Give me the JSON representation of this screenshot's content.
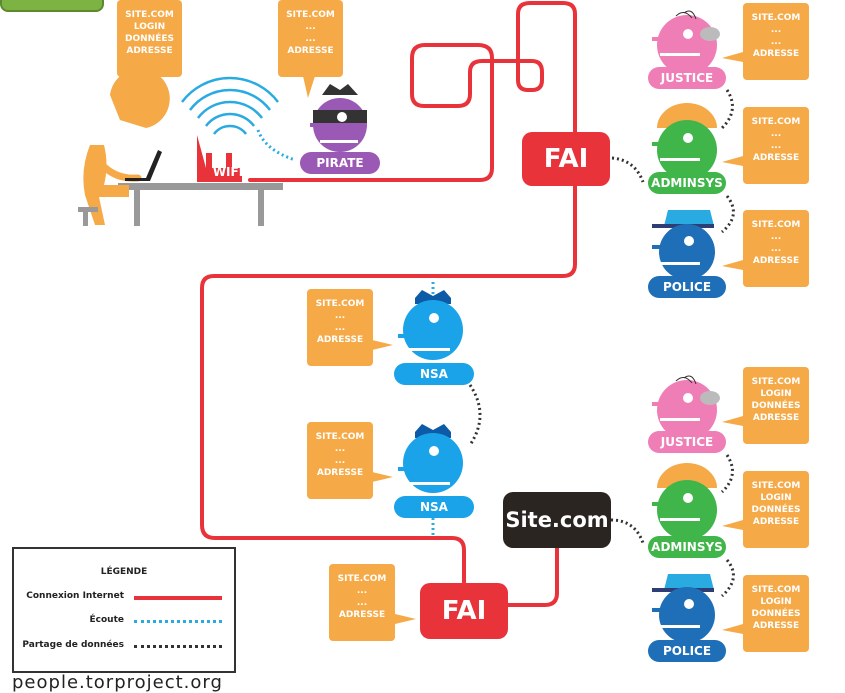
{
  "colors": {
    "internet": "#e8333b",
    "listen": "#29abe2",
    "share": "#333333",
    "bubble": "#f5a947",
    "justice": "#ef7eb7",
    "adminsys": "#3fb54a",
    "police": "#1f6fb8",
    "nsa": "#1aa3e8",
    "pirate": "#9b59b6",
    "user": "#f5a947",
    "site": "#2b2522"
  },
  "user_bubble": [
    "SITE.COM",
    "LOGIN",
    "DONNÉES",
    "ADRESSE"
  ],
  "wifi_label": "WIFI",
  "pirate": {
    "label": "PIRATE",
    "bubble": [
      "SITE.COM",
      "...",
      "...",
      "ADRESSE"
    ]
  },
  "fai_top": {
    "label": "FAI"
  },
  "top_group": [
    {
      "label": "JUSTICE",
      "bubble": [
        "SITE.COM",
        "...",
        "...",
        "ADRESSE"
      ]
    },
    {
      "label": "ADMINSYS",
      "bubble": [
        "SITE.COM",
        "...",
        "...",
        "ADRESSE"
      ]
    },
    {
      "label": "POLICE",
      "bubble": [
        "SITE.COM",
        "...",
        "...",
        "ADRESSE"
      ]
    }
  ],
  "nsa": [
    {
      "label": "NSA",
      "bubble": [
        "SITE.COM",
        "...",
        "...",
        "ADRESSE"
      ]
    },
    {
      "label": "NSA",
      "bubble": [
        "SITE.COM",
        "...",
        "...",
        "ADRESSE"
      ]
    }
  ],
  "fai_bottom": {
    "label": "FAI",
    "bubble": [
      "SITE.COM",
      "...",
      "...",
      "ADRESSE"
    ]
  },
  "site": {
    "label": "Site.com"
  },
  "bottom_group": [
    {
      "label": "JUSTICE",
      "bubble": [
        "SITE.COM",
        "LOGIN",
        "DONNÉES",
        "ADRESSE"
      ]
    },
    {
      "label": "ADMINSYS",
      "bubble": [
        "SITE.COM",
        "LOGIN",
        "DONNÉES",
        "ADRESSE"
      ]
    },
    {
      "label": "POLICE",
      "bubble": [
        "SITE.COM",
        "LOGIN",
        "DONNÉES",
        "ADRESSE"
      ]
    }
  ],
  "legend": {
    "title": "LÉGENDE",
    "items": [
      {
        "label": "Connexion Internet",
        "style": "internet"
      },
      {
        "label": "Écoute",
        "style": "listen"
      },
      {
        "label": "Partage de données",
        "style": "share"
      }
    ]
  },
  "footer": "people.torproject.org"
}
